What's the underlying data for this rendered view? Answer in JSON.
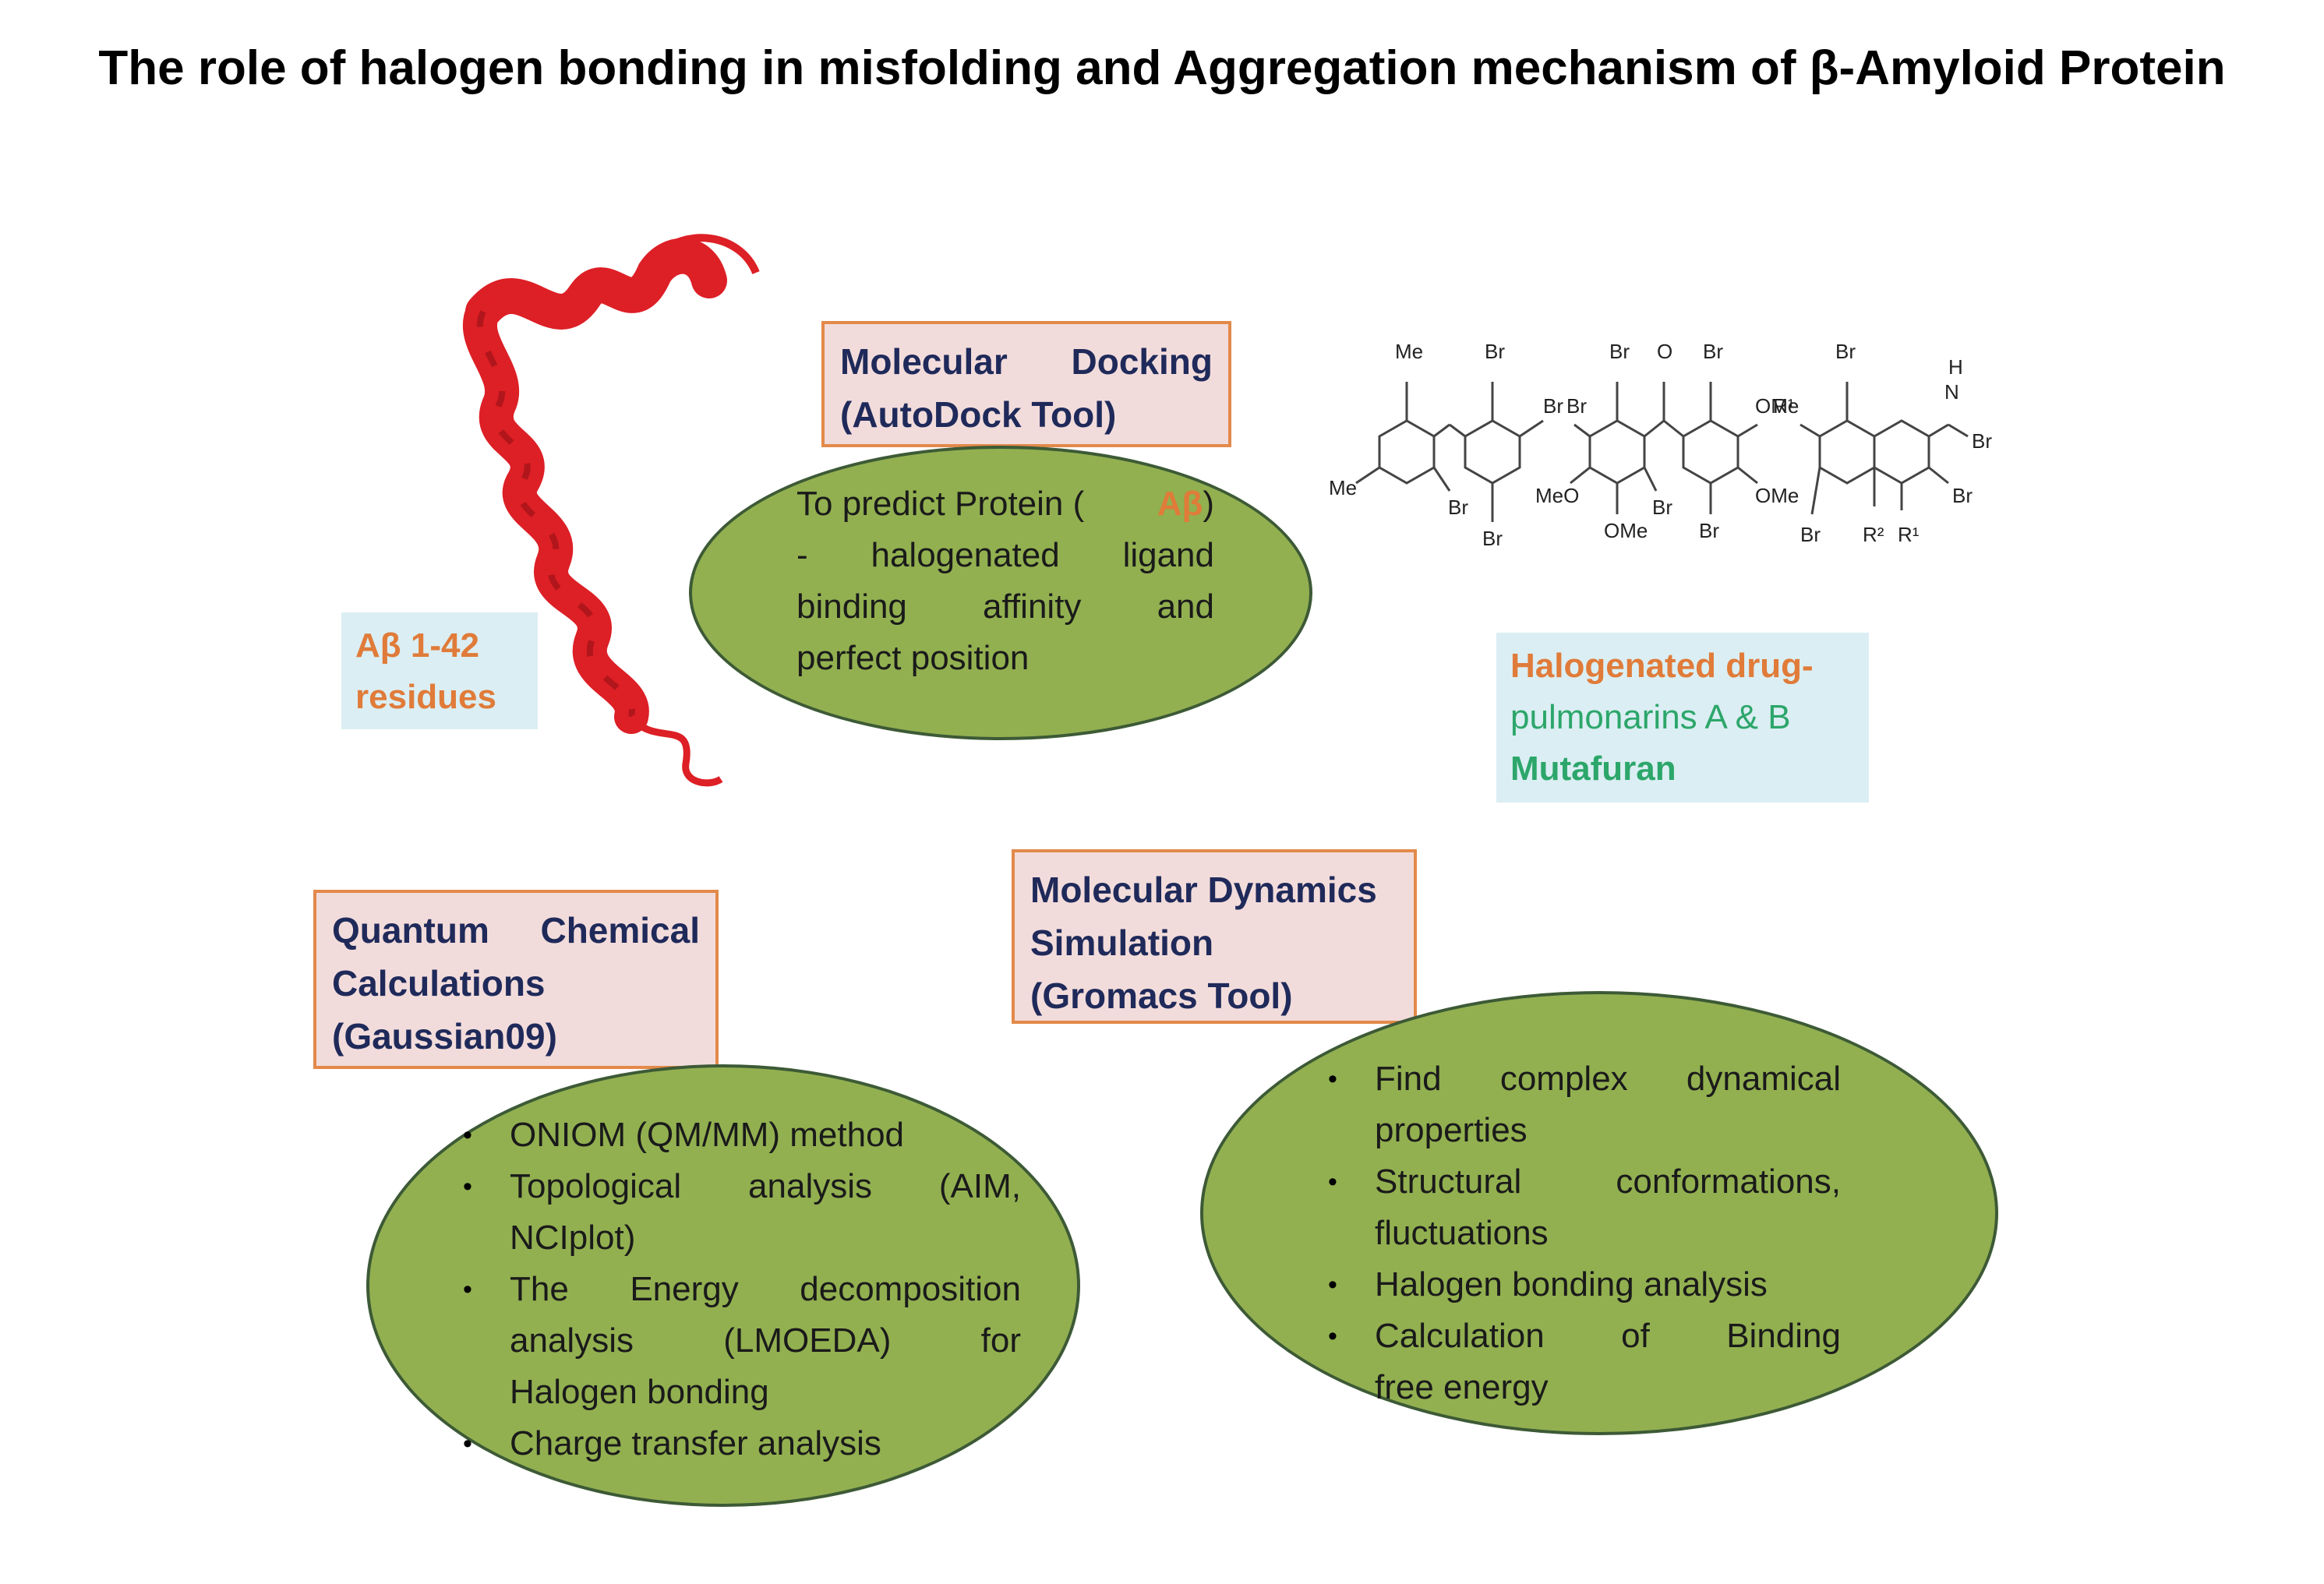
{
  "title": "The role of halogen bonding in misfolding and Aggregation mechanism of β-Amyloid Protein",
  "protein_label": {
    "line1": "Aβ 1-42",
    "line2": "residues"
  },
  "docking": {
    "box": {
      "line1_left": "Molecular",
      "line1_right": "Docking",
      "line2": "(AutoDock Tool)"
    },
    "ellipse": {
      "l1_a": "To predict Protein (",
      "l1_ab": "Aβ",
      "l1_b": ")",
      "l2": [
        "-",
        "halogenated",
        "ligand"
      ],
      "l3": [
        "binding",
        "affinity",
        "and"
      ],
      "l4": "perfect position"
    }
  },
  "drug_label": {
    "line1": "Halogenated drug-",
    "line2": "pulmonarins A & B",
    "line3": "Mutafuran"
  },
  "chem_labels": {
    "me1": "Me",
    "br1": "Br",
    "br2": "Br",
    "me2": "Me",
    "br3": "Br",
    "br4": "Br",
    "br5": "Br",
    "o1": "O",
    "br6": "Br",
    "br7": "Br",
    "ome1": "OMe",
    "meo1": "MeO",
    "br8": "Br",
    "ome2": "OMe",
    "ome3": "OMe",
    "br9": "Br",
    "br10": "Br",
    "r1a": "R¹",
    "h1": "H",
    "n1": "N",
    "br11": "Br",
    "br12": "Br",
    "br13": "Br",
    "r2": "R²",
    "r1b": "R¹"
  },
  "qc": {
    "box": {
      "line1_left": "Quantum",
      "line1_right": "Chemical",
      "line2": "Calculations",
      "line3": "(Gaussian09)"
    },
    "bullet_char": "•",
    "b1": "ONIOM (QM/MM) method",
    "b2": [
      "Topological",
      "analysis",
      "(AIM,"
    ],
    "b2c": "NCIplot)",
    "b3": [
      "The",
      "Energy",
      "decomposition"
    ],
    "b3c1": [
      "analysis",
      "(LMOEDA)",
      "for"
    ],
    "b3c2": "Halogen bonding",
    "b4": "Charge transfer analysis"
  },
  "md": {
    "box": {
      "line1": "Molecular Dynamics",
      "line2": "Simulation",
      "line3": "(Gromacs Tool)"
    },
    "bullet_char": "•",
    "b1": [
      "Find",
      "complex",
      "dynamical"
    ],
    "b1c": "properties",
    "b2": [
      "Structural",
      "conformations,"
    ],
    "b2c": "fluctuations",
    "b3": "Halogen bonding analysis",
    "b4": [
      "Calculation",
      "of",
      "Binding"
    ],
    "b4c": "free energy"
  },
  "colors": {
    "box_fill": "#f2dcdb",
    "box_border": "#e3894a",
    "box_text": "#1f2a5a",
    "ellipse_fill": "#92b050",
    "ellipse_border": "#3d5a36",
    "label_fill": "#dbeef3",
    "orange_text": "#e07b39",
    "green_text": "#2ca66a",
    "protein": "#dd1f26"
  }
}
